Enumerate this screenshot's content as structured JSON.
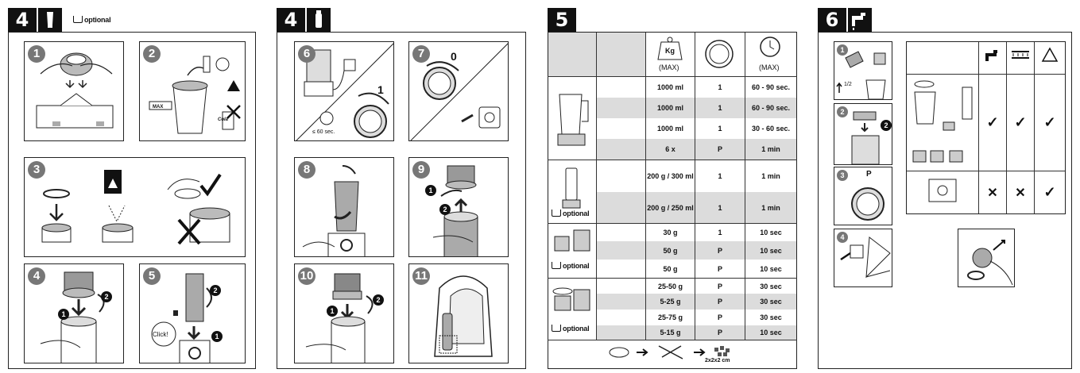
{
  "panel1": {
    "badge": "4",
    "optional": "optional",
    "steps": [
      "1",
      "2",
      "3",
      "4",
      "5"
    ],
    "max_label": "MAX",
    "cola_label": "Cola",
    "click_label": "Click!",
    "sub_nums": [
      "1",
      "2"
    ]
  },
  "panel2": {
    "badge": "4",
    "steps": [
      "6",
      "7",
      "8",
      "9",
      "10",
      "11"
    ],
    "timer": "≤ 60 sec.",
    "speed_on": "1",
    "speed_off": "0",
    "sub_nums": [
      "1",
      "2"
    ]
  },
  "panel3": {
    "badge": "5",
    "headers": {
      "kg": "Kg",
      "max1": "(MAX)",
      "max2": "(MAX)"
    },
    "optional": "optional",
    "rows": [
      {
        "qty": "1000 ml",
        "speed": "1",
        "time": "60 - 90 sec.",
        "grey": false
      },
      {
        "qty": "1000 ml",
        "speed": "1",
        "time": "60 - 90 sec.",
        "grey": true
      },
      {
        "qty": "1000 ml",
        "speed": "1",
        "time": "30 - 60 sec.",
        "grey": false
      },
      {
        "qty": "6 x",
        "speed": "P",
        "time": "1 min",
        "grey": true
      },
      {
        "qty": "200 g / 300 ml",
        "speed": "1",
        "time": "1 min",
        "grey": false
      },
      {
        "qty": "200 g / 250 ml",
        "speed": "1",
        "time": "1 min",
        "grey": true
      },
      {
        "qty": "30 g",
        "speed": "1",
        "time": "10 sec",
        "grey": false
      },
      {
        "qty": "50 g",
        "speed": "P",
        "time": "10 sec",
        "grey": true
      },
      {
        "qty": "50 g",
        "speed": "P",
        "time": "10 sec",
        "grey": false
      },
      {
        "qty": "25-50 g",
        "speed": "P",
        "time": "30 sec",
        "grey": false
      },
      {
        "qty": "5-25 g",
        "speed": "P",
        "time": "30 sec",
        "grey": true
      },
      {
        "qty": "25-75 g",
        "speed": "P",
        "time": "30 sec",
        "grey": false
      },
      {
        "qty": "5-15 g",
        "speed": "P",
        "time": "10 sec",
        "grey": true
      }
    ],
    "footer": "2x2x2 cm"
  },
  "panel4": {
    "badge": "6",
    "steps": [
      "1",
      "2",
      "3",
      "4"
    ],
    "half": "1/2",
    "speed_p": "P",
    "sub_num": "2",
    "grid": [
      [
        "✓",
        "✓",
        "✓"
      ],
      [
        "✕",
        "✕",
        "✓"
      ]
    ]
  }
}
